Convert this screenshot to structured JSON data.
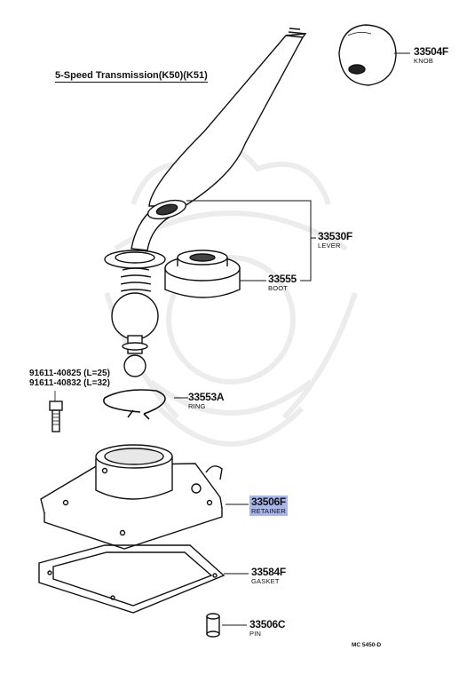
{
  "title": "5-Speed Transmission(K50)(K51)",
  "parts": [
    {
      "number": "33504F",
      "name": "KNOB"
    },
    {
      "number": "33530F",
      "name": "LEVER"
    },
    {
      "number": "33555",
      "name": "BOOT"
    },
    {
      "number": "33553A",
      "name": "RING"
    },
    {
      "number": "33506F",
      "name": "RETAINER",
      "highlighted": true
    },
    {
      "number": "33584F",
      "name": "GASKET"
    },
    {
      "number": "33506C",
      "name": "PIN"
    }
  ],
  "bolt": {
    "line1": "91611-40825 (L=25)",
    "line2": "91611-40832 (L=32)"
  },
  "diagram_code": "MC 5450-D",
  "colors": {
    "highlight": "#a9b6ec",
    "ink": "#111111",
    "watermark": "#ececec"
  }
}
